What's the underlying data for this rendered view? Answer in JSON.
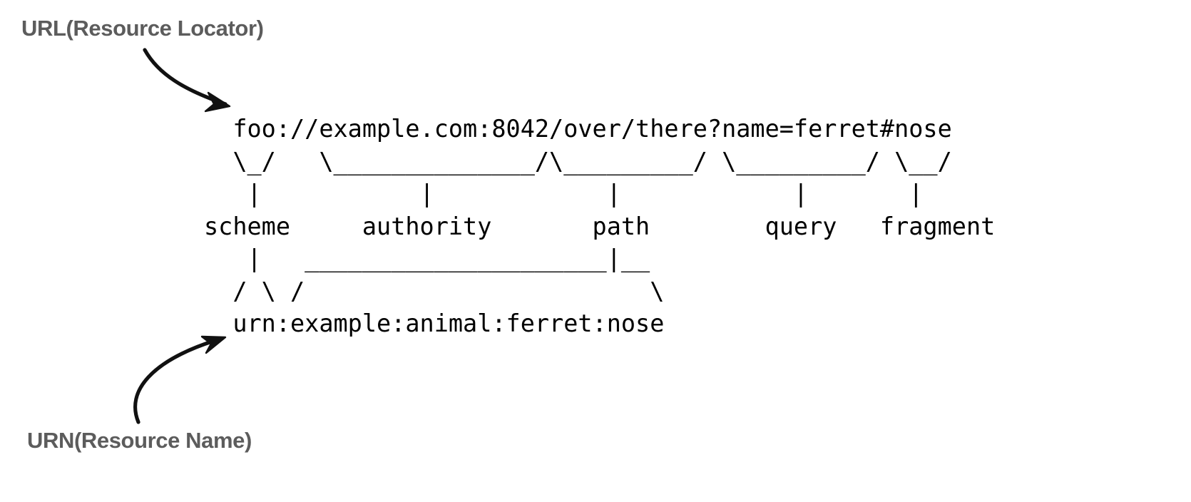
{
  "figure": {
    "title": "URI syntax components diagram (RFC 3986)",
    "background_color": "#ffffff",
    "ascii_color": "#000000",
    "annotation_color": "#5c5c5c"
  },
  "annotations": [
    {
      "id": "url",
      "label": "URL(Resource Locator)",
      "points_to": "foo://example.com:8042/over/there?name=ferret#nose",
      "arrow": "curved-arrow-down-right"
    },
    {
      "id": "urn",
      "label": "URN(Resource Name)",
      "points_to": "urn:example:animal:ferret:nose",
      "arrow": "curved-arrow-up-right"
    }
  ],
  "uri_example": {
    "url": "foo://example.com:8042/over/there?name=ferret#nose",
    "urn": "urn:example:animal:ferret:nose",
    "scheme": "foo",
    "authority": "example.com:8042",
    "path": "/over/there",
    "query": "name=ferret",
    "fragment": "nose"
  },
  "component_labels": [
    "scheme",
    "authority",
    "path",
    "query",
    "fragment"
  ],
  "ascii_art": {
    "line_1": "  foo://example.com:8042/over/there?name=ferret#nose",
    "line_2": "  \\_/   \\______________/\\_________/ \\_________/ \\__/",
    "line_3": "   |           |            |            |       |",
    "line_4": "scheme     authority       path        query   fragment",
    "line_5": "   |   _____________________|__",
    "line_6": "  / \\ /                        \\",
    "line_7": "  urn:example:animal:ferret:nose"
  }
}
